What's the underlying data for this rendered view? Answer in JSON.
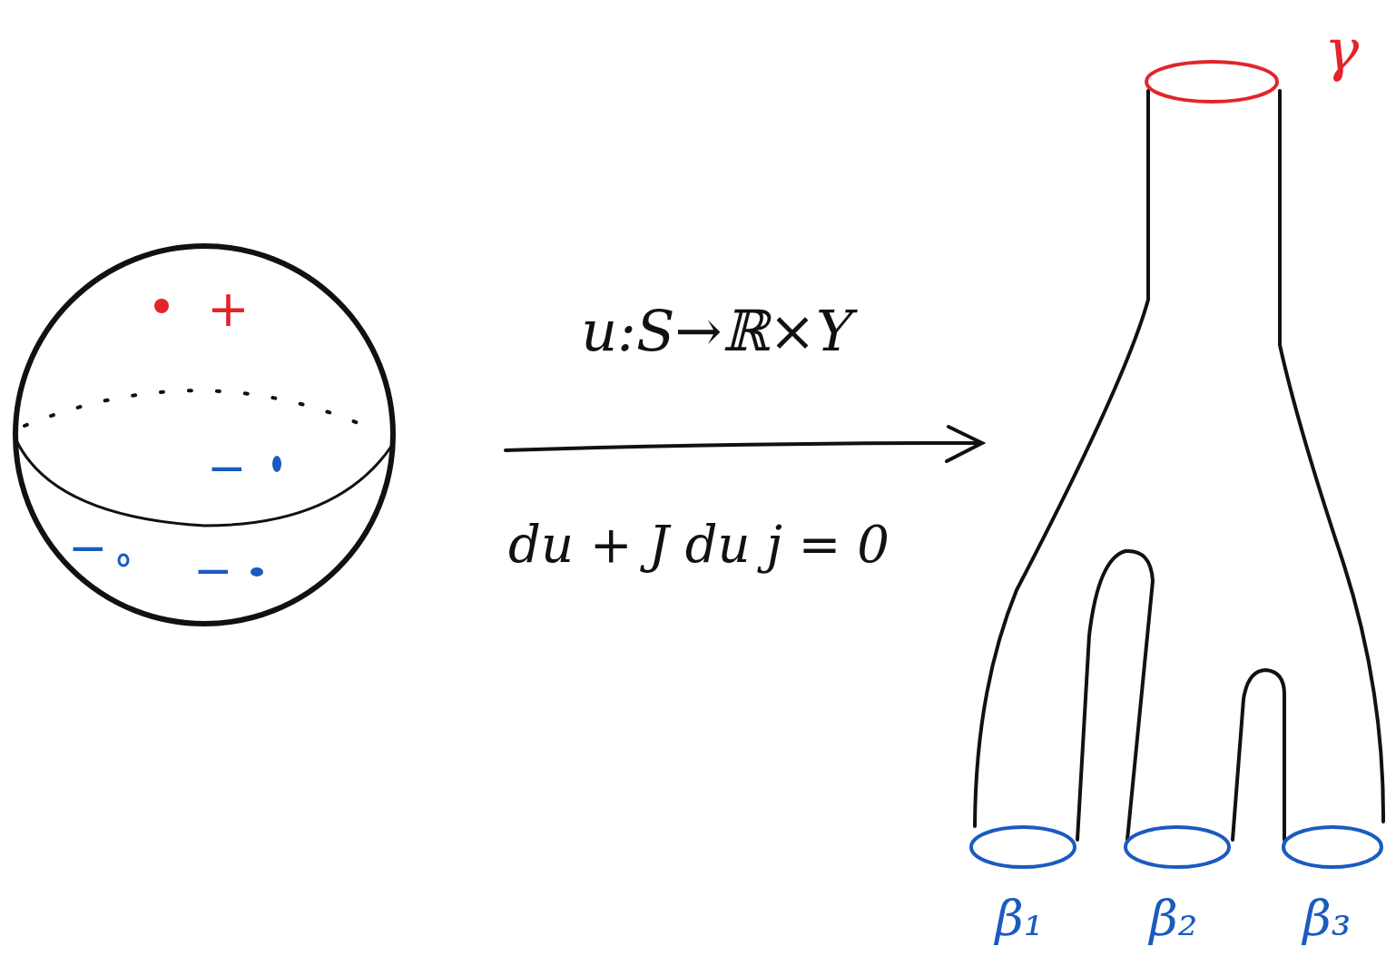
{
  "diagram": {
    "nodes": [
      {
        "text": [
          "+",
          "−",
          "−",
          "−"
        ]
      }
    ],
    "labels": [
      "u:S→ℝ×Y",
      "du + J du j = 0",
      "γ",
      "β₁",
      "β₂",
      "β₃"
    ]
  }
}
